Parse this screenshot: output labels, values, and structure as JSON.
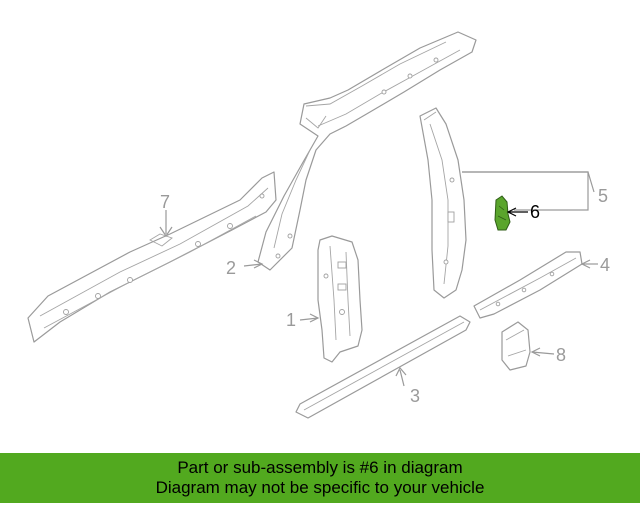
{
  "callouts": {
    "c1": "1",
    "c2": "2",
    "c3": "3",
    "c4": "4",
    "c5": "5",
    "c6": "6",
    "c7": "7",
    "c8": "8"
  },
  "highlighted_part": "6",
  "colors": {
    "highlight": "#5aa52c",
    "banner": "#52a91f",
    "line_art": "#9a9a9a"
  },
  "banner": {
    "line1": "Part or sub-assembly is #6 in diagram",
    "line2": "Diagram may not be specific to your vehicle"
  }
}
